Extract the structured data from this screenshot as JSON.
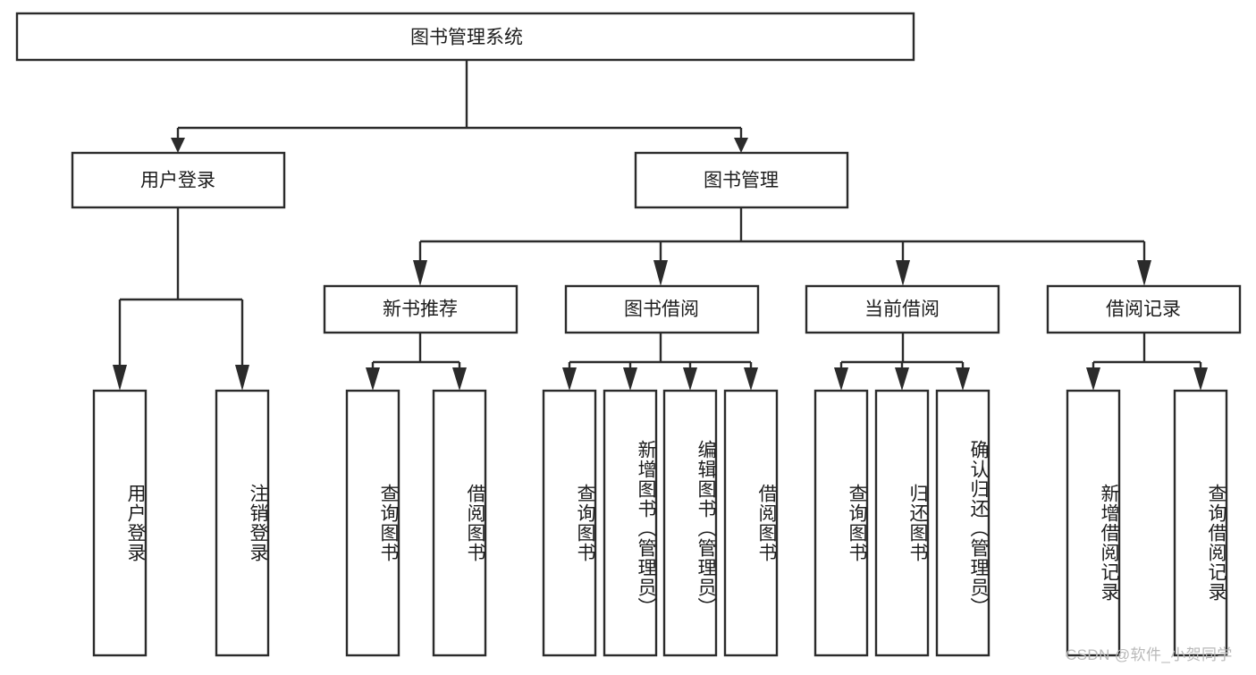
{
  "diagram": {
    "title": "图书管理系统",
    "type": "tree",
    "watermark": "CSDN @软件_小贺同学",
    "colors": {
      "stroke": "#2b2b2b",
      "fill": "#ffffff",
      "text": "#1d1d1d",
      "watermark": "#b9b9b9"
    },
    "root": {
      "label": "图书管理系统",
      "orientation": "horizontal"
    },
    "level2": [
      {
        "label": "用户登录",
        "orientation": "horizontal"
      },
      {
        "label": "图书管理",
        "orientation": "horizontal"
      }
    ],
    "level3": [
      {
        "label": "新书推荐",
        "orientation": "horizontal"
      },
      {
        "label": "图书借阅",
        "orientation": "horizontal"
      },
      {
        "label": "当前借阅",
        "orientation": "horizontal"
      },
      {
        "label": "借阅记录",
        "orientation": "horizontal"
      }
    ],
    "leaves": {
      "user_login": [
        {
          "label": "用户登录",
          "orientation": "vertical"
        },
        {
          "label": "注销登录",
          "orientation": "vertical"
        }
      ],
      "new_book_recommend": [
        {
          "label": "查询图书",
          "orientation": "vertical"
        },
        {
          "label": "借阅图书",
          "orientation": "vertical"
        }
      ],
      "book_borrow": [
        {
          "label": "查询图书",
          "orientation": "vertical"
        },
        {
          "label": "新增图书（管理员）",
          "orientation": "vertical"
        },
        {
          "label": "编辑图书（管理员）",
          "orientation": "vertical"
        },
        {
          "label": "借阅图书",
          "orientation": "vertical"
        }
      ],
      "current_borrow": [
        {
          "label": "查询图书",
          "orientation": "vertical"
        },
        {
          "label": "归还图书",
          "orientation": "vertical"
        },
        {
          "label": "确认归还（管理员）",
          "orientation": "vertical"
        }
      ],
      "borrow_record": [
        {
          "label": "新增借阅记录",
          "orientation": "vertical"
        },
        {
          "label": "查询借阅记录",
          "orientation": "vertical"
        }
      ]
    }
  }
}
